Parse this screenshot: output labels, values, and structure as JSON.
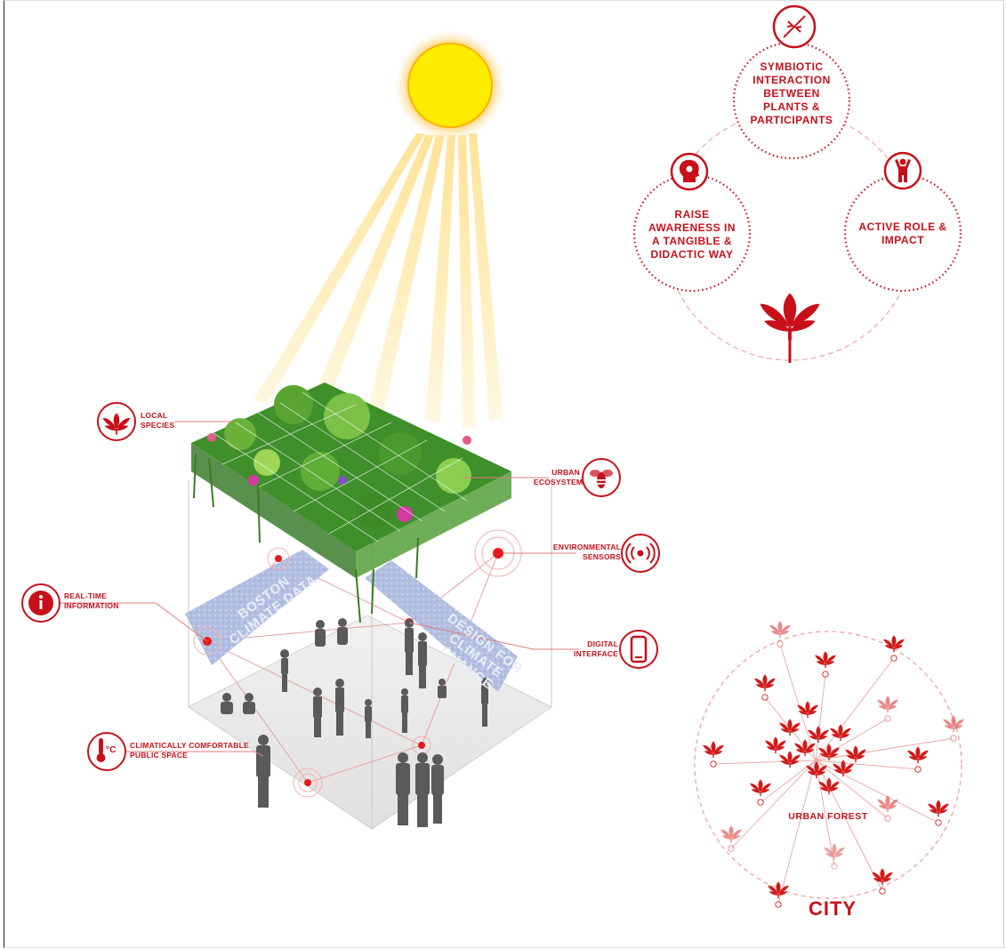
{
  "values_circle": {
    "top": "SYMBIOTIC INTERACTION BETWEEN PLANTS & PARTICIPANTS",
    "left": "RAISE AWARENESS IN A TANGIBLE & DIDACTIC WAY",
    "right": "ACTIVE ROLE & IMPACT"
  },
  "callouts": {
    "local_species": "LOCAL SPECIES",
    "urban_ecosystem": "URBAN ECOSYSTEM",
    "environmental_sensors": "ENVIRONMENTAL SENSORS",
    "real_time": "REAL-TIME INFORMATION",
    "digital_interface": "DIGITAL INTERFACE",
    "climatic": "CLIMATICALLY COMFORTABLE PUBLIC SPACE"
  },
  "thermo_unit": "°C",
  "data_bands": {
    "left": "BOSTON CLIMATE DATA",
    "right": "DESIGN FOR CLIMATE CHANGE"
  },
  "forest": {
    "center_label": "URBAN FOREST",
    "title": "CITY"
  },
  "colors": {
    "accent": "#c8101a",
    "sun": "#ffe600",
    "band": "#a9b8de",
    "foliage": "#3f8f2a"
  },
  "icons": [
    "arrows-inward-icon",
    "head-idea-icon",
    "person-raised-arms-icon",
    "plant-icon",
    "bee-icon",
    "broadcast-icon",
    "info-icon",
    "phone-icon",
    "thermometer-icon"
  ]
}
